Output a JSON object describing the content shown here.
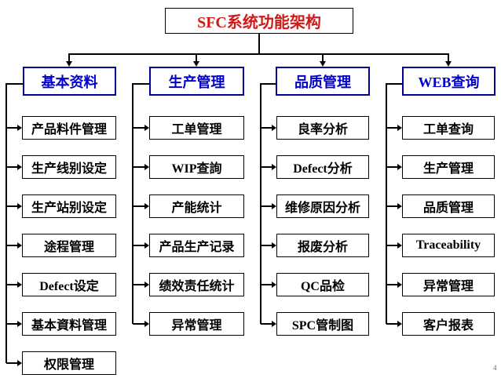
{
  "diagram": {
    "title": "SFC系统功能架构",
    "corner_mark": "4",
    "colors": {
      "title_text": "#d01919",
      "header_text": "#0000cc",
      "header_border": "#000099",
      "node_border": "#000000",
      "connector": "#000000",
      "background": "#ffffff"
    },
    "columns": [
      {
        "header": "基本资料",
        "items": [
          "产品料件管理",
          "生产线别设定",
          "生产站别设定",
          "途程管理",
          "Defect设定",
          "基本資料管理",
          "权限管理"
        ]
      },
      {
        "header": "生产管理",
        "items": [
          "工单管理",
          "WIP查詢",
          "产能统计",
          "产品生产记录",
          "绩效责任统计",
          "异常管理"
        ]
      },
      {
        "header": "品质管理",
        "items": [
          "良率分析",
          "Defect分析",
          "维修原因分析",
          "报废分析",
          "QC品检",
          "SPC管制图"
        ]
      },
      {
        "header": "WEB查询",
        "items": [
          "工单查询",
          "生产管理",
          "品质管理",
          "Traceability",
          "异常管理",
          "客户报表"
        ]
      }
    ]
  }
}
